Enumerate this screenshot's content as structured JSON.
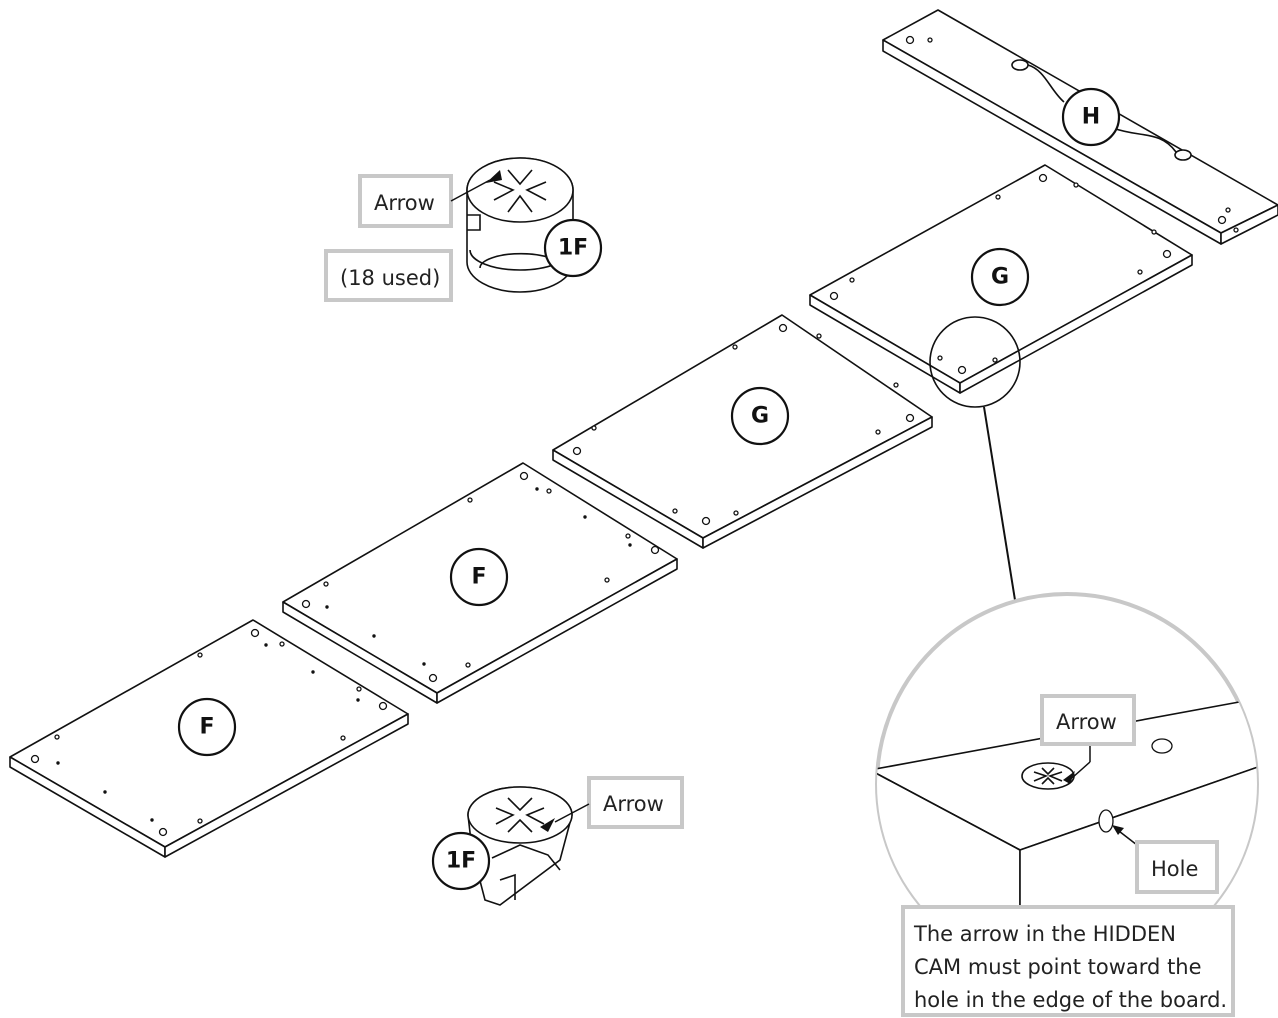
{
  "parts": {
    "h_label": "H",
    "g_label": "G",
    "f_label": "F",
    "cam_label": "1F"
  },
  "callouts": {
    "arrow_top": "Arrow",
    "used_count": "(18 used)",
    "arrow_bottom": "Arrow",
    "arrow_detail": "Arrow",
    "hole_detail": "Hole"
  },
  "note": {
    "lines": [
      "The arrow in the HIDDEN",
      "CAM must point toward the",
      "hole in the edge of the board."
    ]
  },
  "colors": {
    "line": "#111111",
    "label_border": "#c8c8c8",
    "detail_circle": "#c8c8c8"
  }
}
